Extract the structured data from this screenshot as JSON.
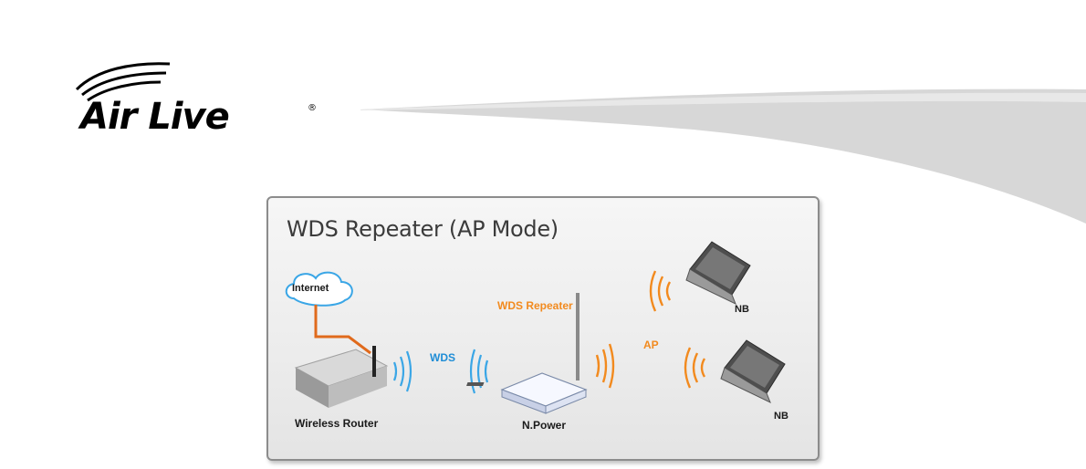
{
  "logo": {
    "name": "Air Live",
    "reg_mark": "®"
  },
  "diagram": {
    "title": "WDS Repeater (AP Mode)",
    "labels": {
      "internet": "Internet",
      "wds_repeater": "WDS Repeater",
      "wds": "WDS",
      "ap": "AP",
      "nb_top": "NB",
      "nb_bottom": "NB",
      "wireless_router": "Wireless Router",
      "npower": "N.Power"
    },
    "colors": {
      "wds_waves": "#3aa6e6",
      "ap_waves": "#f28a1e",
      "cable": "#e06a1c"
    }
  }
}
